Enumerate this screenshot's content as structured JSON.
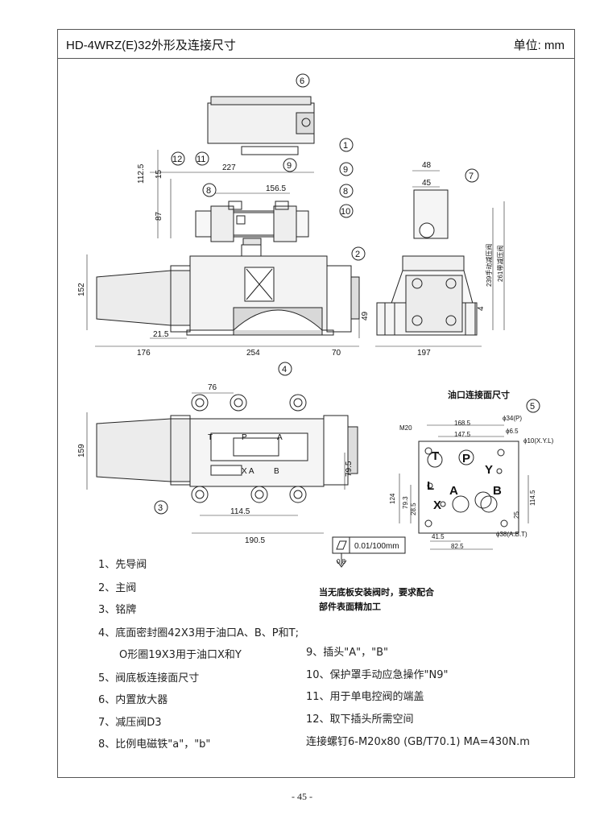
{
  "header": {
    "title": "HD-4WRZ(E)32外形及连接尺寸",
    "unit": "单位: mm"
  },
  "top_dims": {
    "d_227": "227",
    "d_156_5": "156.5",
    "d_112_5": "112.5",
    "d_15": "15",
    "d_87": "87",
    "d_152": "152",
    "d_21_5": "21.5",
    "d_176": "176",
    "d_254": "254",
    "d_70": "70",
    "d_48": "48",
    "d_45": "45",
    "d_49": "49",
    "d_197": "197",
    "d_4": "4",
    "d_239": "239手动减压阀",
    "d_261": "261带减压阀"
  },
  "callouts": {
    "c1": "1",
    "c2": "2",
    "c4": "4",
    "c6": "6",
    "c7": "7",
    "c8a": "8",
    "c8b": "8",
    "c9a": "9",
    "c9b": "9",
    "c10": "10",
    "c11": "11",
    "c12": "12",
    "c3": "3",
    "c5": "5"
  },
  "plan_view": {
    "d_76": "76",
    "d_159": "159",
    "d_79_5": "79.5",
    "d_114_5": "114.5",
    "d_190_5": "190.5",
    "port_T": "T",
    "port_P": "P",
    "port_A": "A",
    "port_XA": "X A",
    "port_B": "B"
  },
  "port_face": {
    "title": "油口连接面尺寸",
    "m20": "M20",
    "d_168_5": "168.5",
    "d_147_5": "147.5",
    "d_phi34": "ϕ34(P)",
    "d_phi6_5": "ϕ6.5",
    "d_phi10": "ϕ10(X.Y.L)",
    "d_124": "124",
    "d_79_3": "79.3",
    "d_28_5": "28.5",
    "d_114_5": "114.5",
    "d_25": "25",
    "d_41_5": "41.5",
    "d_82_5": "82.5",
    "d_phi38": "ϕ38(A.B.T)",
    "port_T": "T",
    "port_P": "P",
    "port_Y": "Y",
    "port_L": "L",
    "port_A": "A",
    "port_B": "B",
    "port_X": "X"
  },
  "tolerance": {
    "value": "0.01/100mm",
    "roughness": "0.8"
  },
  "note": {
    "line1": "当无底板安装阀时，要求配合",
    "line2": "部件表面精加工"
  },
  "legend": {
    "i1": "1、先导阀",
    "i2": "2、主阀",
    "i3": "3、铭牌",
    "i4a": "4、底面密封圈42X3用于油口A、B、P和T;",
    "i4b": "O形圈19X3用于油口X和Y",
    "i5": "5、阀底板连接面尺寸",
    "i6": "6、内置放大器",
    "i7": "7、减压阀D3",
    "i8": "8、比例电磁铁\"a\"，\"b\"",
    "i9": "9、插头\"A\"，\"B\"",
    "i10": "10、保护罩手动应急操作\"N9\"",
    "i11": "11、用于单电控阀的端盖",
    "i12": "12、取下插头所需空间",
    "i13": "连接螺钉6-M20x80 (GB/T70.1) MA=430N.m"
  },
  "page_number": "- 45 -"
}
